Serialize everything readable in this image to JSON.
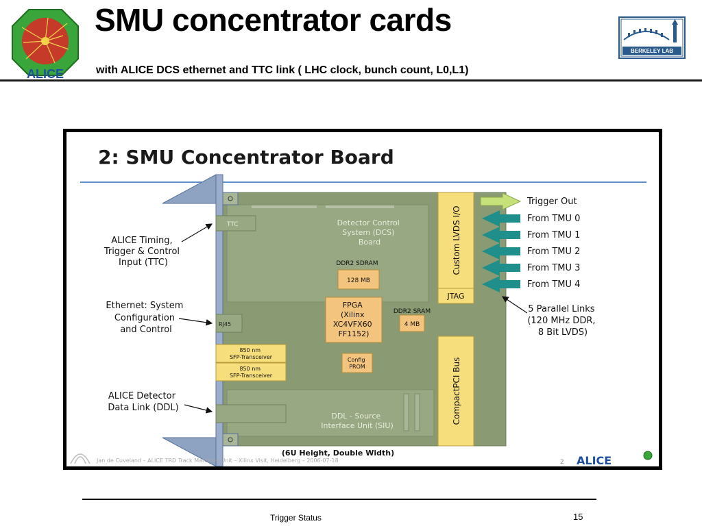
{
  "header": {
    "title": "SMU concentrator cards",
    "subtitle": "with ALICE DCS ethernet and TTC link ( LHC clock, bunch count, L0,L1)",
    "alice_logo_text": "ALICE",
    "berkeley_logo_text": "BERKELEY LAB"
  },
  "footer": {
    "text": "Trigger Status",
    "page": "15"
  },
  "slide": {
    "title": "2: SMU Concentrator Board",
    "left_labels": {
      "ttc": [
        "ALICE Timing,",
        "Trigger & Control",
        "Input (TTC)"
      ],
      "ethernet": [
        "Ethernet: System",
        "Configuration",
        "and Control"
      ],
      "ddl": [
        "ALICE Detector",
        "Data Link (DDL)"
      ]
    },
    "board": {
      "ttc": "TTC",
      "dcs": [
        "Detector Control",
        "System (DCS)",
        "Board"
      ],
      "ddr2_sdram_label": "DDR2 SDRAM",
      "sdram_size": "128 MB",
      "fpga": [
        "FPGA",
        "(Xilinx",
        "XC4VFX60",
        "FF1152)"
      ],
      "ddr2_sram_label": "DDR2 SRAM",
      "sram_size": "4 MB",
      "rj45": "RJ45",
      "sfp1": [
        "850 nm",
        "SFP-Transceiver"
      ],
      "sfp2": [
        "850 nm",
        "SFP-Transceiver"
      ],
      "config_prom": [
        "Config",
        "PROM"
      ],
      "ddl_siu": [
        "DDL - Source",
        "Interface Unit (SIU)"
      ],
      "custom_lvds": "Custom LVDS I/O",
      "jtag": "JTAG",
      "compactpci": "CompactPCI Bus",
      "height_note": "(6U Height, Double Width)"
    },
    "right_labels": {
      "trigger_out": "Trigger Out",
      "from_tmu": [
        "From TMU 0",
        "From TMU 1",
        "From TMU 2",
        "From TMU 3",
        "From TMU 4"
      ],
      "parallel_links": [
        "5 Parallel Links",
        "(120 MHz DDR,",
        "8 Bit LVDS)"
      ]
    },
    "credit": "Jan de Cuveland – ALICE TRD Track Matching Unit – Xilinx Visit, Heidelberg – 2006-07-18",
    "slide_no": "2",
    "alice_mark": "ALICE"
  },
  "colors": {
    "board_green": "#8a9a72",
    "orange_box": "#f2c47e",
    "yellow_bar": "#f6de7c",
    "teal_arrow": "#1f8f8c",
    "lime_arrow": "#c6e07a",
    "blue_rule": "#5a8ec6",
    "bracket_blue": "#7f95b8"
  }
}
